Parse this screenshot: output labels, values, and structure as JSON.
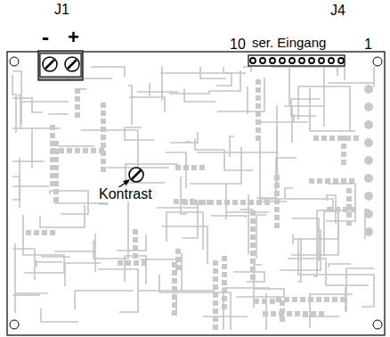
{
  "diagram": {
    "labels": [
      "J1",
      "-",
      "+",
      "J4",
      "10",
      "ser. Eingang",
      "1",
      "Kontrast"
    ]
  }
}
